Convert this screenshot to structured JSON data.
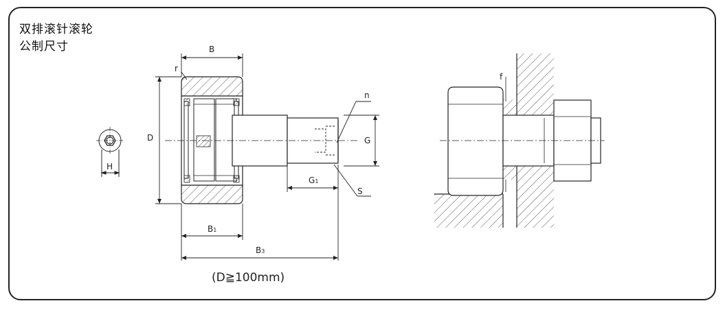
{
  "title": {
    "line1": "双排滚针滚轮",
    "line2": "公制尺寸"
  },
  "labels": {
    "B": "B",
    "r": "r",
    "D": "D",
    "H": "H",
    "n": "n",
    "G": "G",
    "G1_main": "G",
    "G1_sub": "1",
    "S": "S",
    "B1_main": "B",
    "B1_sub": "1",
    "B3_main": "B",
    "B3_sub": "3",
    "f": "f"
  },
  "note": "(D≧100mm)"
}
